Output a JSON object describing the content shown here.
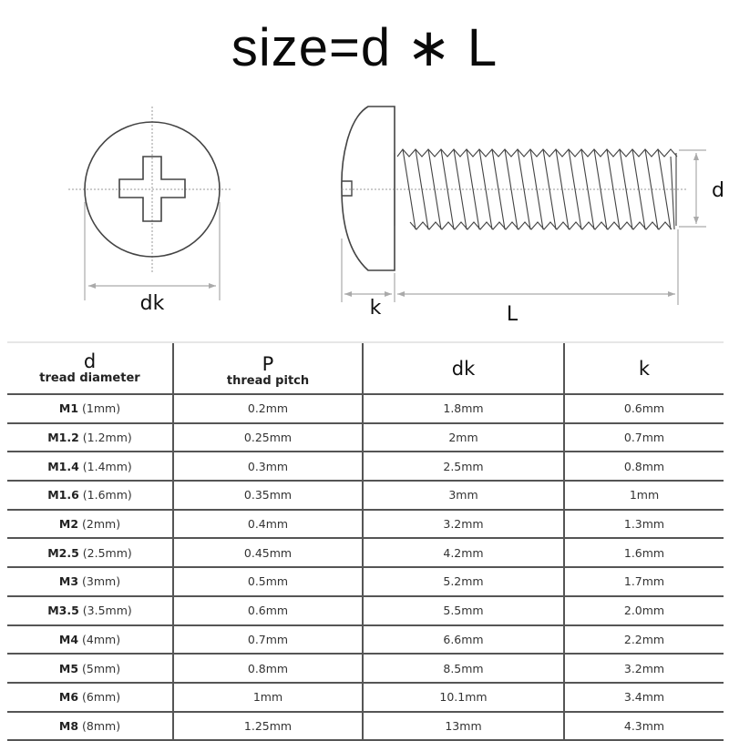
{
  "title": "size=d ∗ L",
  "diagram": {
    "top_view": {
      "label_dk": "dk",
      "icon": "phillips-cross-icon"
    },
    "side_view": {
      "label_d": "d",
      "label_k": "k",
      "label_L": "L"
    }
  },
  "table": {
    "headers": [
      {
        "symbol": "d",
        "subtitle": "tread diameter"
      },
      {
        "symbol": "P",
        "subtitle": "thread pitch"
      },
      {
        "symbol": "dk",
        "subtitle": ""
      },
      {
        "symbol": "k",
        "subtitle": ""
      }
    ],
    "rows": [
      {
        "size": "M1",
        "diam": "(1mm)",
        "pitch": "0.2mm",
        "dk": "1.8mm",
        "k": "0.6mm"
      },
      {
        "size": "M1.2",
        "diam": "(1.2mm)",
        "pitch": "0.25mm",
        "dk": "2mm",
        "k": "0.7mm"
      },
      {
        "size": "M1.4",
        "diam": "(1.4mm)",
        "pitch": "0.3mm",
        "dk": "2.5mm",
        "k": "0.8mm"
      },
      {
        "size": "M1.6",
        "diam": "(1.6mm)",
        "pitch": "0.35mm",
        "dk": "3mm",
        "k": "1mm"
      },
      {
        "size": "M2",
        "diam": "(2mm)",
        "pitch": "0.4mm",
        "dk": "3.2mm",
        "k": "1.3mm"
      },
      {
        "size": "M2.5",
        "diam": "(2.5mm)",
        "pitch": "0.45mm",
        "dk": "4.2mm",
        "k": "1.6mm"
      },
      {
        "size": "M3",
        "diam": "(3mm)",
        "pitch": "0.5mm",
        "dk": "5.2mm",
        "k": "1.7mm"
      },
      {
        "size": "M3.5",
        "diam": "(3.5mm)",
        "pitch": "0.6mm",
        "dk": "5.5mm",
        "k": "2.0mm"
      },
      {
        "size": "M4",
        "diam": "(4mm)",
        "pitch": "0.7mm",
        "dk": "6.6mm",
        "k": "2.2mm"
      },
      {
        "size": "M5",
        "diam": "(5mm)",
        "pitch": "0.8mm",
        "dk": "8.5mm",
        "k": "3.2mm"
      },
      {
        "size": "M6",
        "diam": "(6mm)",
        "pitch": "1mm",
        "dk": "10.1mm",
        "k": "3.4mm"
      },
      {
        "size": "M8",
        "diam": "(8mm)",
        "pitch": "1.25mm",
        "dk": "13mm",
        "k": "4.3mm"
      }
    ]
  }
}
